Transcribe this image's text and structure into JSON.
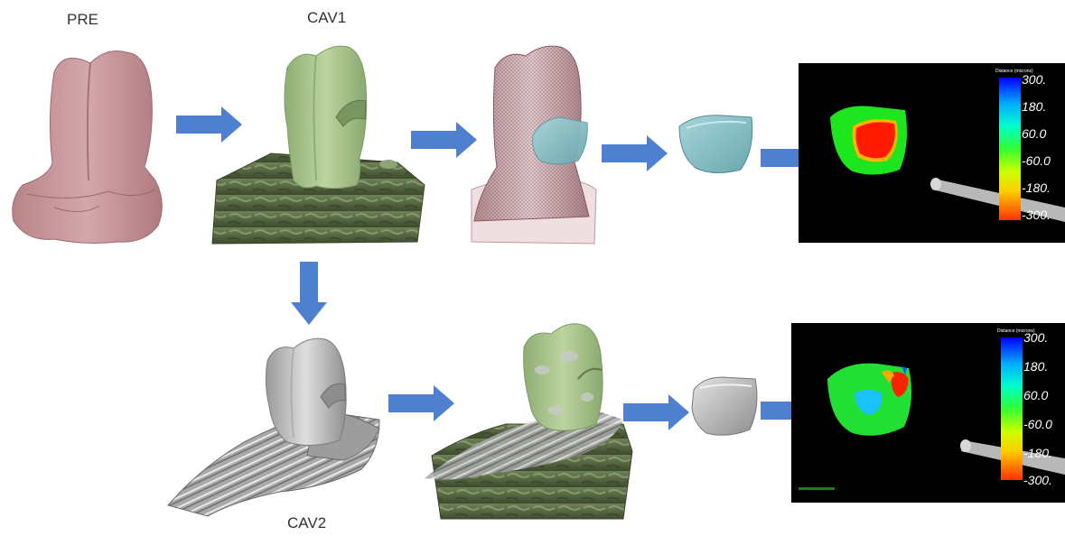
{
  "labels": {
    "pre": "PRE",
    "cav1": "CAV1",
    "cav2": "CAV2"
  },
  "colors": {
    "arrow": "#4f7fcf",
    "pre_tooth": "#c99a9e",
    "cav1_tooth": "#a7c28a",
    "cav2_tooth": "#c4c4c4",
    "cavity_fill": "#8fc4c8",
    "scan_base": "#5a6b45"
  },
  "colorbar_top": {
    "title": "Distance (microns)",
    "ticks": [
      "300.",
      "180.",
      "60.0",
      "-60.0",
      "-180.",
      "-300."
    ]
  },
  "colorbar_bottom": {
    "title": "Distance (microns)",
    "ticks": [
      "300.",
      "180.",
      "60.0",
      "-60.0",
      "-180.",
      "-300."
    ]
  }
}
